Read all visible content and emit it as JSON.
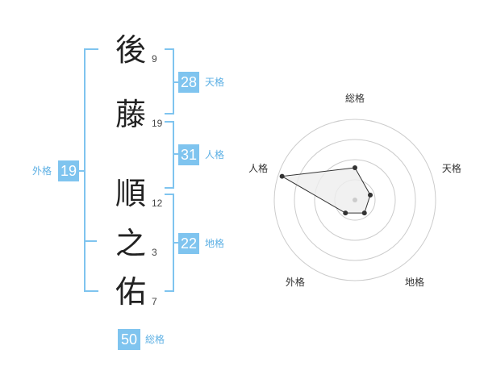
{
  "name": {
    "chars": [
      {
        "char": "後",
        "strokes": "9"
      },
      {
        "char": "藤",
        "strokes": "19"
      },
      {
        "char": "順",
        "strokes": "12"
      },
      {
        "char": "之",
        "strokes": "3"
      },
      {
        "char": "佑",
        "strokes": "7"
      }
    ]
  },
  "fortunes": {
    "tenkaku": {
      "value": "28",
      "label": "天格"
    },
    "jinkaku": {
      "value": "31",
      "label": "人格"
    },
    "chikaku": {
      "value": "22",
      "label": "地格"
    },
    "gaikaku": {
      "value": "19",
      "label": "外格"
    },
    "soukaku": {
      "value": "50",
      "label": "総格"
    }
  },
  "chart_data": {
    "type": "radar",
    "axes": [
      "総格",
      "天格",
      "地格",
      "外格",
      "人格"
    ],
    "values": [
      0.4,
      0.2,
      0.2,
      0.2,
      0.95
    ],
    "range": [
      0,
      1
    ],
    "rings": 4,
    "colors": {
      "accent": "#7fc4ef",
      "line": "#333333",
      "fill": "#eeeeee",
      "ring": "#cccccc"
    }
  }
}
